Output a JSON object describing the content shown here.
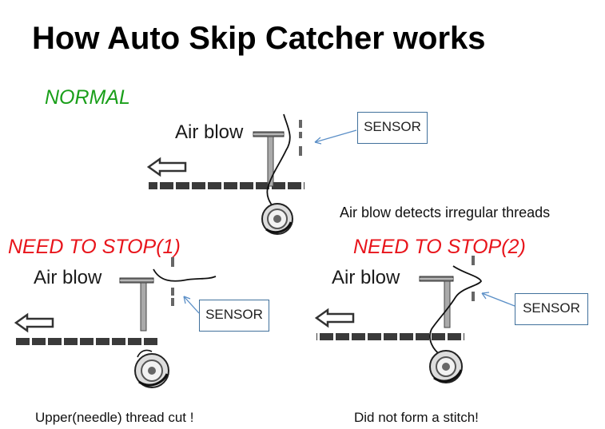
{
  "title": "How Auto Skip Catcher works",
  "panels": {
    "normal": {
      "mode_label": "NORMAL",
      "airblow_label": "Air blow",
      "sensor_label": "SENSOR",
      "caption": "Air blow detects irregular threads"
    },
    "stop1": {
      "mode_label": "NEED TO STOP(1)",
      "airblow_label": "Air blow",
      "sensor_label": "SENSOR",
      "caption": "Upper(needle) thread cut !"
    },
    "stop2": {
      "mode_label": "NEED TO STOP(2)",
      "airblow_label": "Air blow",
      "sensor_label": "SENSOR",
      "caption": "Did not form a stitch!"
    }
  },
  "colors": {
    "normal_label": "#1a9f1a",
    "stop_label": "#e8141b",
    "sensor_border": "#41719c",
    "sensor_arrow": "#5b8fc7"
  },
  "icons": [
    "feed-direction-arrow-icon",
    "bobbin-icon",
    "needle-icon",
    "air-nozzle-icon",
    "sensor-icon"
  ]
}
